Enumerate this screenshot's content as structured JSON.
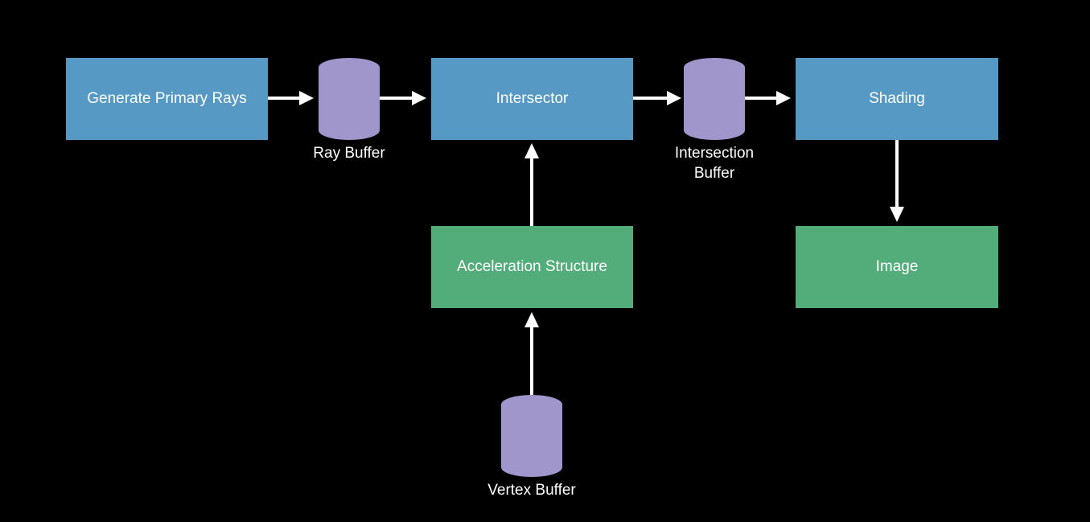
{
  "colors": {
    "background": "#000000",
    "process": "#5599c4",
    "data_store": "#53ad7a",
    "buffer": "#a096cc",
    "arrow": "#ffffff"
  },
  "nodes": {
    "generate_primary_rays": "Generate Primary Rays",
    "intersector": "Intersector",
    "shading": "Shading",
    "acceleration_structure": "Acceleration Structure",
    "image": "Image"
  },
  "buffers": {
    "ray_buffer": "Ray Buffer",
    "intersection_buffer_line1": "Intersection",
    "intersection_buffer_line2": "Buffer",
    "vertex_buffer": "Vertex Buffer"
  },
  "edges": [
    {
      "from": "generate_primary_rays",
      "to": "ray_buffer"
    },
    {
      "from": "ray_buffer",
      "to": "intersector"
    },
    {
      "from": "intersector",
      "to": "intersection_buffer"
    },
    {
      "from": "intersection_buffer",
      "to": "shading"
    },
    {
      "from": "acceleration_structure",
      "to": "intersector"
    },
    {
      "from": "vertex_buffer",
      "to": "acceleration_structure"
    },
    {
      "from": "shading",
      "to": "image"
    }
  ]
}
